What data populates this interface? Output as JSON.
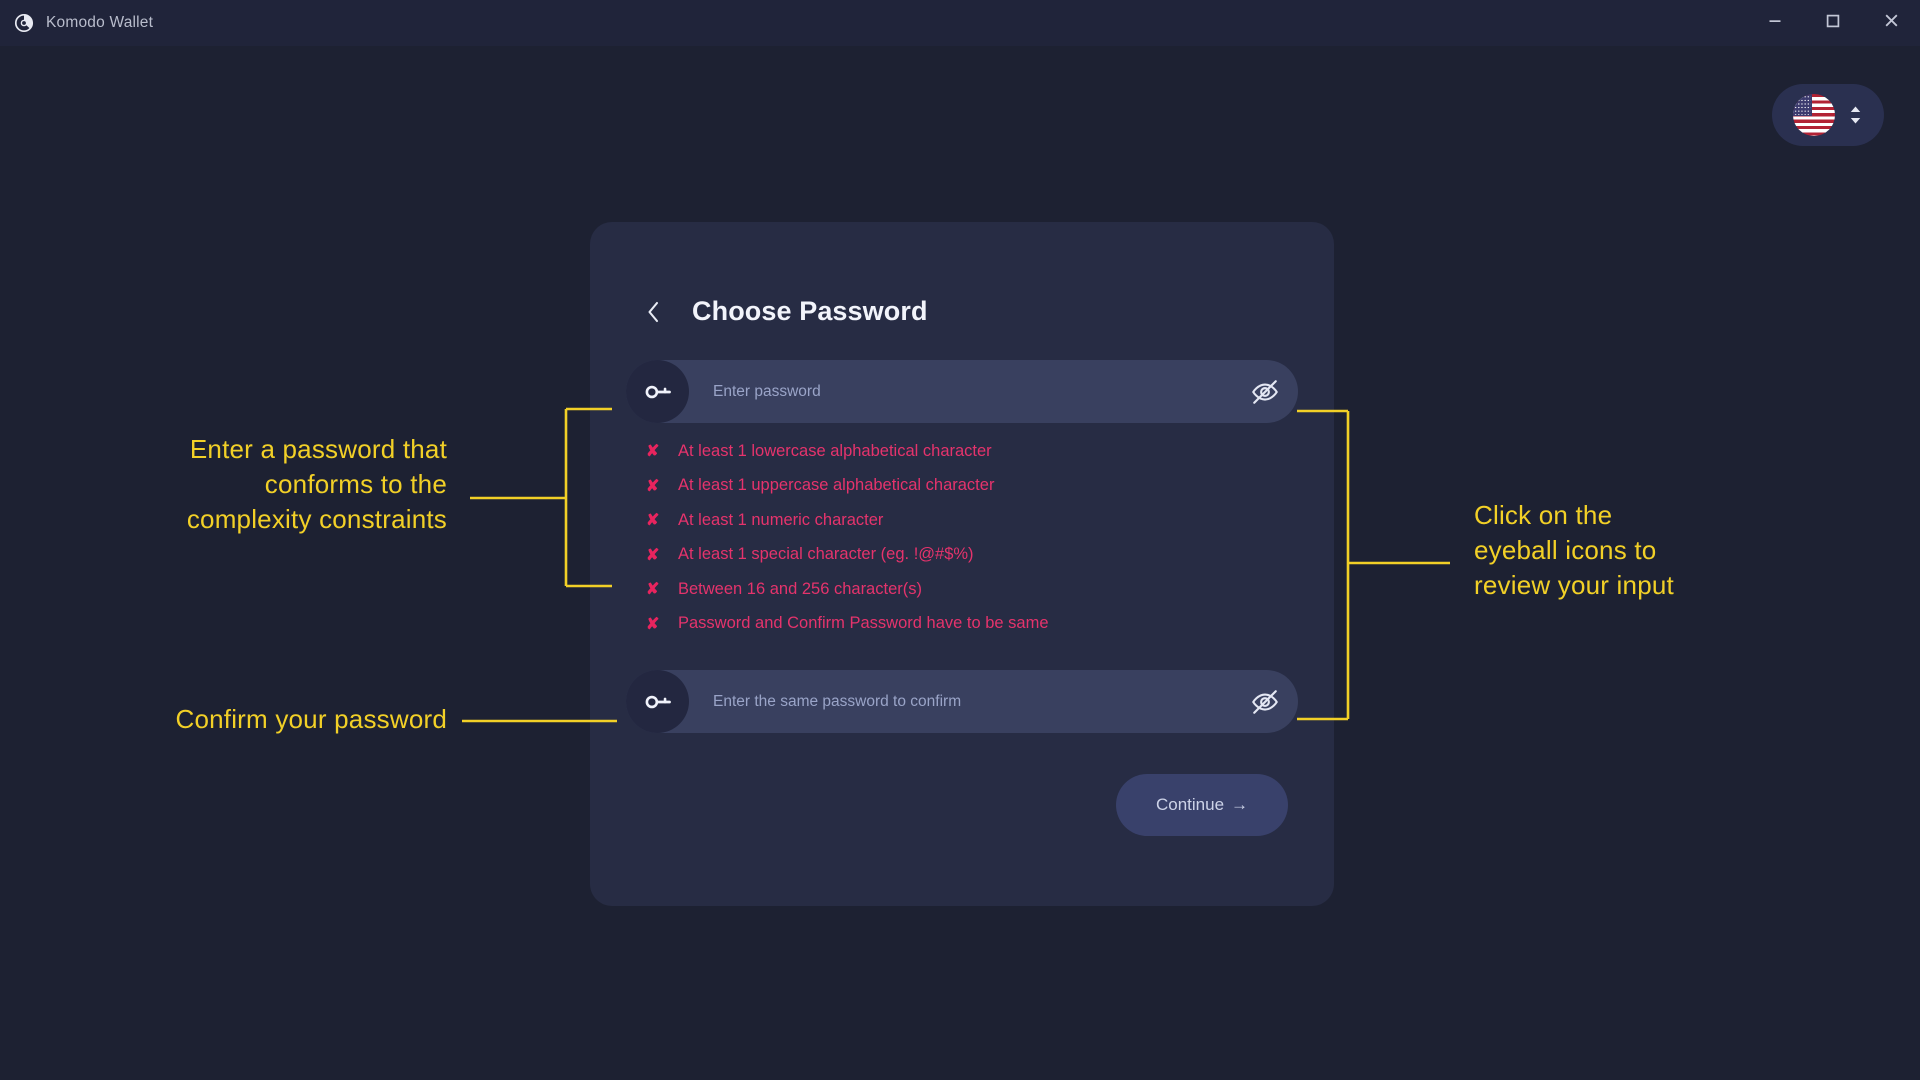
{
  "window": {
    "app_title": "Komodo Wallet",
    "logo_icon": "komodo-logo-icon",
    "controls": {
      "minimize": "minimize-icon",
      "maximize": "maximize-icon",
      "close": "close-icon"
    }
  },
  "language_selector": {
    "flag": "us-flag-icon",
    "chevron": "chevron-up-down-icon"
  },
  "card": {
    "back_icon": "chevron-left-icon",
    "title": "Choose Password",
    "password_field": {
      "icon": "key-icon",
      "placeholder": "Enter password",
      "value": "",
      "toggle_icon": "eye-off-icon"
    },
    "confirm_field": {
      "icon": "key-icon",
      "placeholder": "Enter the same password to confirm",
      "value": "",
      "toggle_icon": "eye-off-icon"
    },
    "rules": [
      {
        "mark": "✘",
        "text": "At least 1 lowercase alphabetical character",
        "status": "fail"
      },
      {
        "mark": "✘",
        "text": "At least 1 uppercase alphabetical character",
        "status": "fail"
      },
      {
        "mark": "✘",
        "text": "At least 1 numeric character",
        "status": "fail"
      },
      {
        "mark": "✘",
        "text": "At least 1 special character (eg. !@#$%)",
        "status": "fail"
      },
      {
        "mark": "✘",
        "text": "Between 16 and 256 character(s)",
        "status": "fail"
      },
      {
        "mark": "✘",
        "text": "Password and Confirm Password have to be same",
        "status": "fail"
      }
    ],
    "continue_button": {
      "label": "Continue",
      "arrow": "→"
    }
  },
  "annotations": {
    "password_complexity": "Enter a password that\nconforms to the\ncomplexity constraints",
    "confirm_password": "Confirm your password",
    "eyeball": "Click on the\neyeball icons to\nreview your input"
  },
  "colors": {
    "background": "#1d2132",
    "titlebar": "#20243a",
    "card": "#272c44",
    "input": "#39405f",
    "accent_button": "#39416b",
    "error": "#e5336c",
    "annotation": "#f2d027"
  }
}
